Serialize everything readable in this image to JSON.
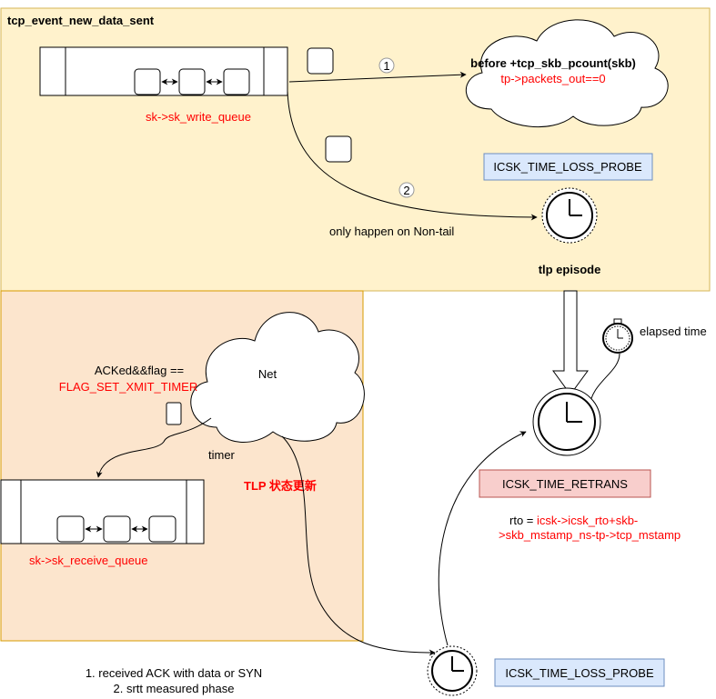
{
  "panels": {
    "top_title": "tcp_event_new_data_sent",
    "write_queue_label": "sk->sk_write_queue",
    "receive_queue_label": "sk->sk_receive_queue"
  },
  "cloud_top": {
    "line1": "before +tcp_skb_pcount(skb)",
    "line2": "tp->packets_out==0"
  },
  "cloud_net": {
    "label": "Net"
  },
  "steps": {
    "one": "1",
    "two": "2"
  },
  "labels": {
    "only_non_tail": "only happen on Non-tail",
    "tlp_episode": "tlp episode",
    "elapsed_time": "elapsed time",
    "acked_flag": "ACKed&&flag ==",
    "flag_set": "FLAG_SET_XMIT_TIMER",
    "timer": "timer",
    "tlp_update": "TLP 状态更新",
    "rto_prefix": "rto = ",
    "rto_line1": "icsk->icsk_rto+skb-",
    "rto_line2": ">skb_mstamp_ns-tp->tcp_mstamp",
    "note1": "1. received ACK with data or SYN",
    "note2": "2. srtt measured phase"
  },
  "boxes": {
    "loss_probe_top": "ICSK_TIME_LOSS_PROBE",
    "retrans": "ICSK_TIME_RETRANS",
    "loss_probe_bottom": "ICSK_TIME_LOSS_PROBE"
  },
  "colors": {
    "panel_fill": "#fff2cc",
    "panel_stroke": "#d6b656",
    "panel2_fill": "#fce5cd",
    "panel2_stroke": "#d79b00",
    "blue_fill": "#dae8fc",
    "blue_stroke": "#6c8ebf",
    "red_fill": "#f8cecc",
    "red_stroke": "#b85450",
    "accent_red": "#ff0000"
  }
}
